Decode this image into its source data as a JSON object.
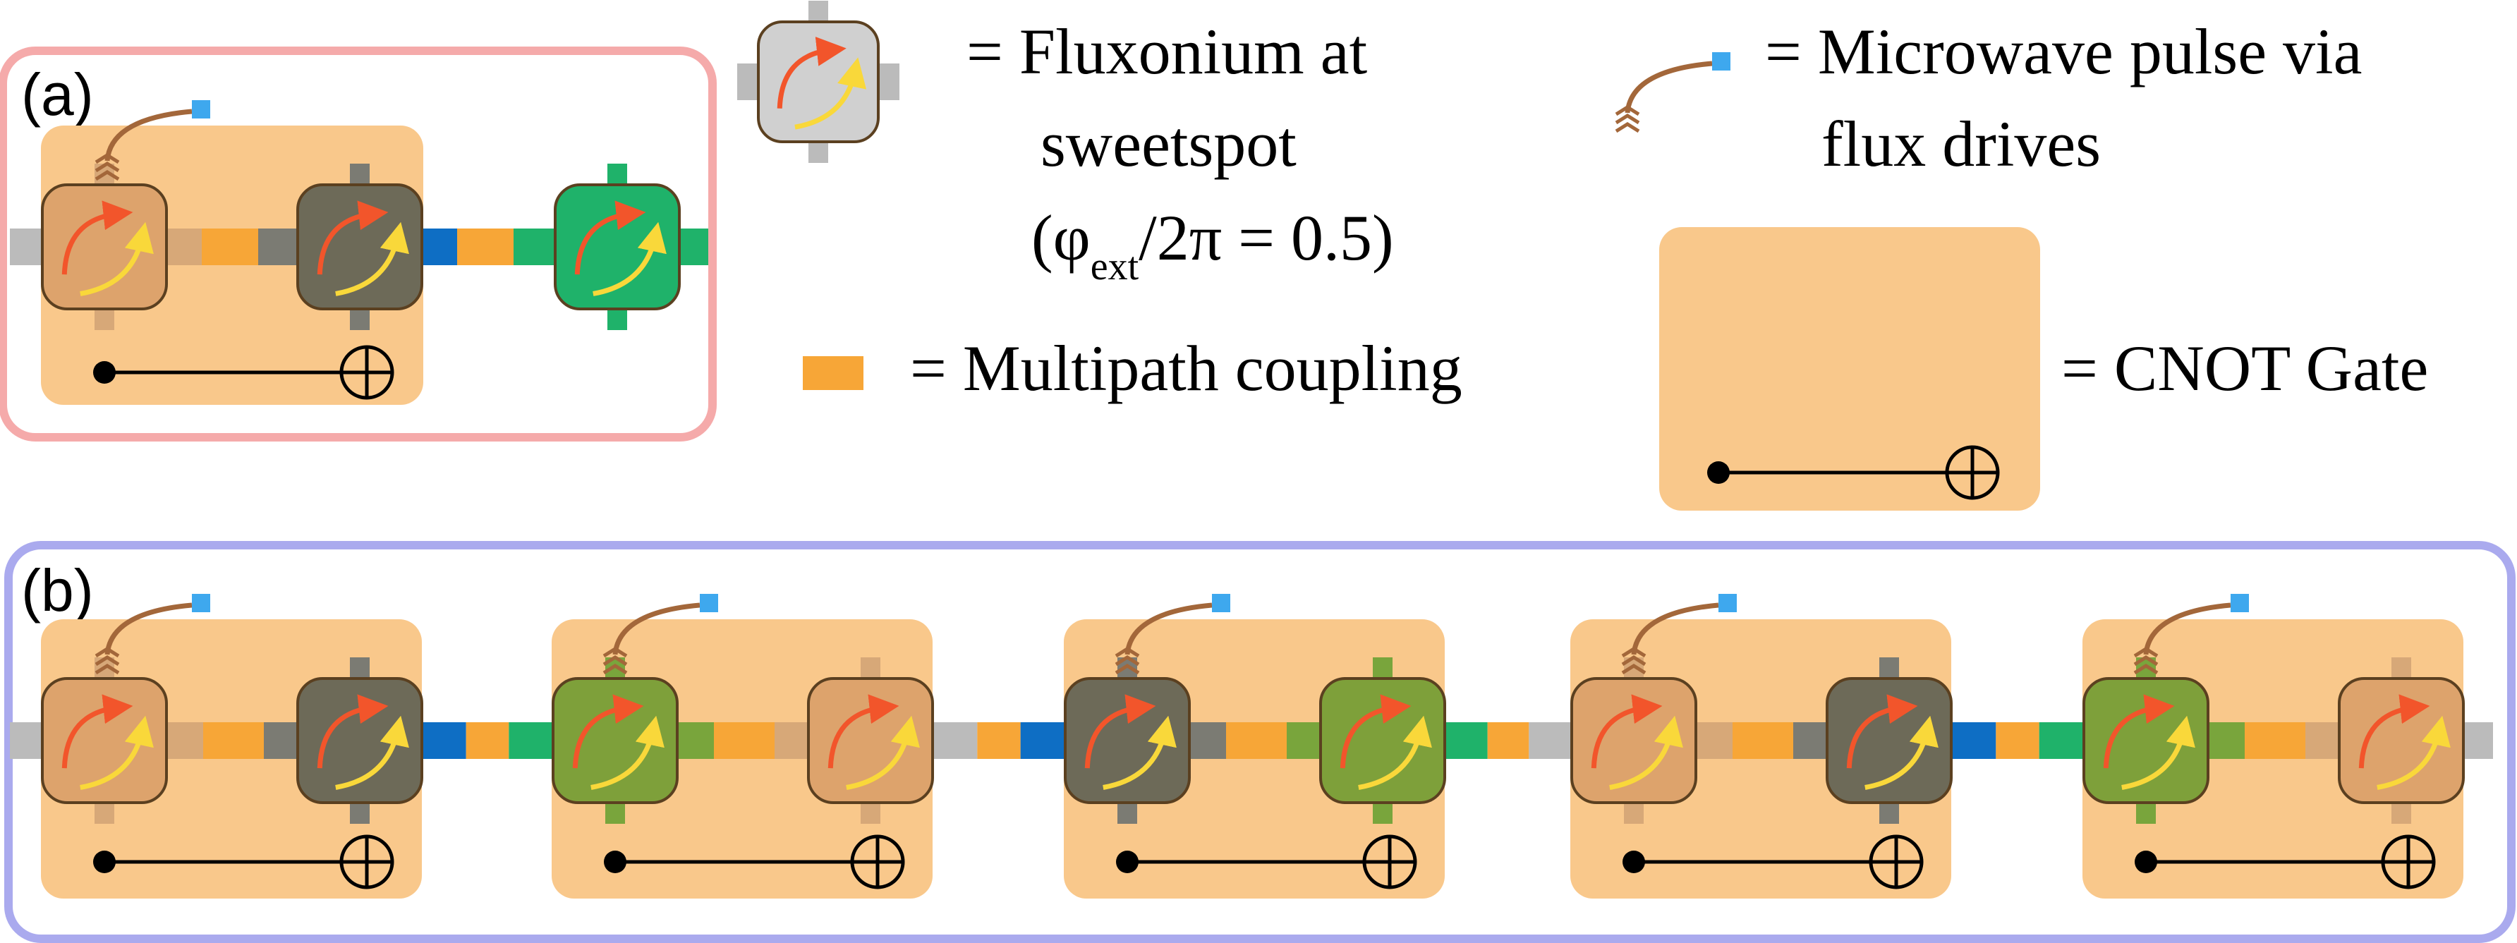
{
  "panel_a": {
    "tag": "(a)",
    "border_color": "#f5aaaa"
  },
  "panel_b": {
    "tag": "(b)",
    "border_color": "#aaaaee"
  },
  "legend": {
    "fluxonium": {
      "text_line1": "= Fluxonium at",
      "text_line2": "sweetspot",
      "text_line3_prefix": "(φ",
      "text_line3_sub": "ext",
      "text_line3_suffix": "/2π = 0.5)"
    },
    "microwave": {
      "text_line1": "= Microwave pulse via",
      "text_line2": "flux drives"
    },
    "multipath": {
      "text": "= Multipath coupling"
    },
    "cnot": {
      "text": "= CNOT Gate"
    }
  },
  "colors": {
    "gate_fill": "#f9c88b",
    "coupler_orange": "#f7a637",
    "coupler_tan": "#d7a878",
    "coupler_gray": "#7b7b73",
    "coupler_blue": "#0e6ec4",
    "coupler_green": "#1fb26a",
    "coupler_olive": "#79a53c",
    "coupler_lightgray": "#bbbbbb",
    "qubit_orange": "#dda36c",
    "qubit_dark": "#6d6a58",
    "qubit_green": "#1fb26a",
    "qubit_olive": "#7ea03a",
    "qubit_gray": "#d0d0d0",
    "pulse_arrow": "#a3673a",
    "pulse_square": "#3ea8ee",
    "arrow_red": "#f2552b",
    "arrow_yellow": "#f9d83a"
  },
  "icons": [
    "fluxonium-icon",
    "microwave-pulse-icon",
    "multipath-coupler-icon",
    "cnot-gate-icon",
    "control-dot-icon",
    "target-xor-icon"
  ]
}
